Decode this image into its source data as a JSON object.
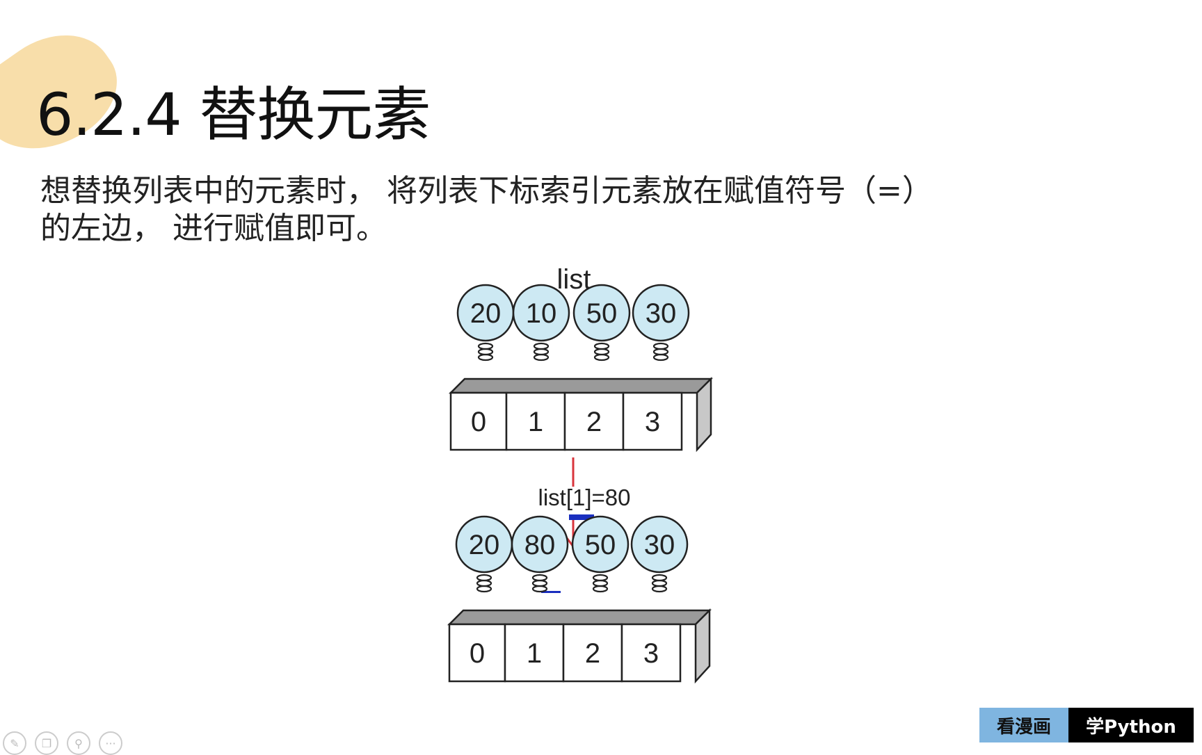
{
  "slide": {
    "title": "6.2.4 替换元素",
    "description": [
      "想替换列表中的元素时， 将列表下标索引元素放在赋值符号（=）",
      "的左边， 进行赋值即可。"
    ]
  },
  "diagram": {
    "list_label": "list",
    "assignment": "list[1]=80",
    "before": {
      "values": [
        "20",
        "10",
        "50",
        "30"
      ],
      "indices": [
        "0",
        "1",
        "2",
        "3"
      ]
    },
    "after": {
      "values": [
        "20",
        "80",
        "50",
        "30"
      ],
      "indices": [
        "0",
        "1",
        "2",
        "3"
      ]
    },
    "colors": {
      "balloon_fill": "#cde9f3",
      "arrow": "#d8343c",
      "box_top": "#9a9a9a",
      "box_side": "#c8c8c8",
      "highlight": "#1a2fbf"
    }
  },
  "footer": {
    "icons": [
      "pen-icon",
      "copy-icon",
      "zoom-icon",
      "more-icon"
    ],
    "badge_left": "看漫画",
    "badge_right": "学Python"
  }
}
